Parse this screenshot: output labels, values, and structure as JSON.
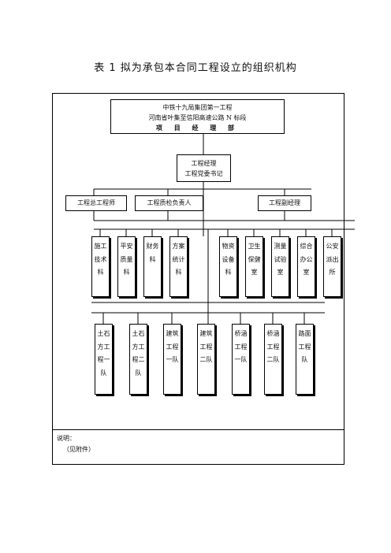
{
  "title": "表 1 拟为承包本合同工程设立的组织机构",
  "headquarters": {
    "line1": "中铁十九局集团第一工程",
    "line2": "河南省叶集至信阳高速公路 N 标段",
    "line3": "项 目 经 理 部"
  },
  "manager": {
    "line1": "工程经理",
    "line2": "工程党委书记"
  },
  "mid_level": {
    "chief_engineer": "工程总工程师",
    "quality_head": "工程质检负责人",
    "deputy_manager": "工程副经理"
  },
  "departments": [
    "施工技术科",
    "平安质量科",
    "财务科",
    "方案统计科",
    "物资设备科",
    "卫生保健室",
    "测量试验室",
    "综合办公室",
    "公安派出所"
  ],
  "teams": [
    "土石方工程一队",
    "土石方工程二队",
    "建筑工程一队",
    "建筑工程二队",
    "桥涵工程一队",
    "桥涵工程二队",
    "路面工程队"
  ],
  "notes": {
    "label": "说明：",
    "content": "（见附件）"
  }
}
